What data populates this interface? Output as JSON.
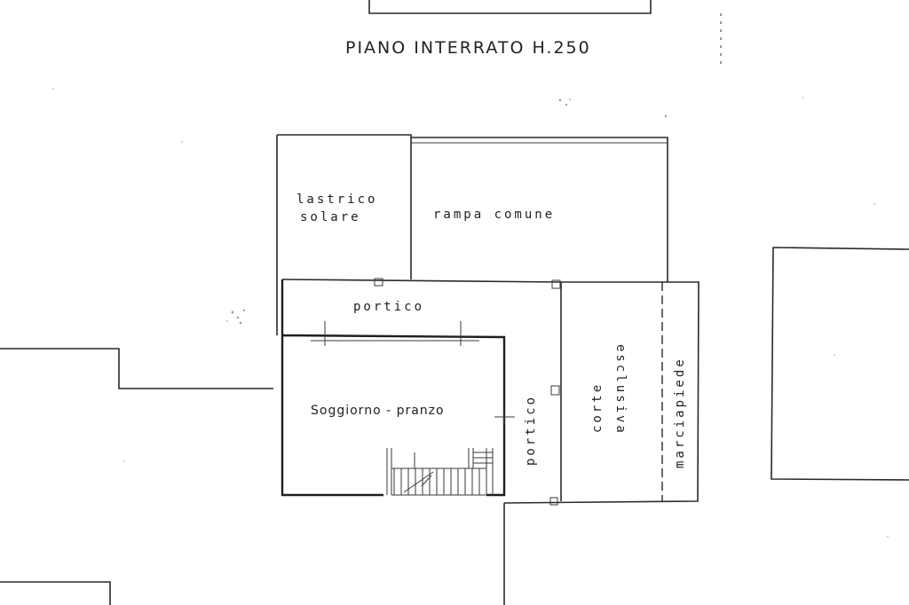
{
  "title": "PIANO  INTERRATO H.250",
  "rooms": {
    "lastrico_line1": "lastrico",
    "lastrico_line2": "solare",
    "rampa": "rampa comune",
    "portico_top": "portico",
    "soggiorno": "Soggiorno - pranzo",
    "portico_side": "portico",
    "corte_line1": "corte",
    "corte_line2": "esclusiva",
    "marciapiede": "marciapiede"
  }
}
